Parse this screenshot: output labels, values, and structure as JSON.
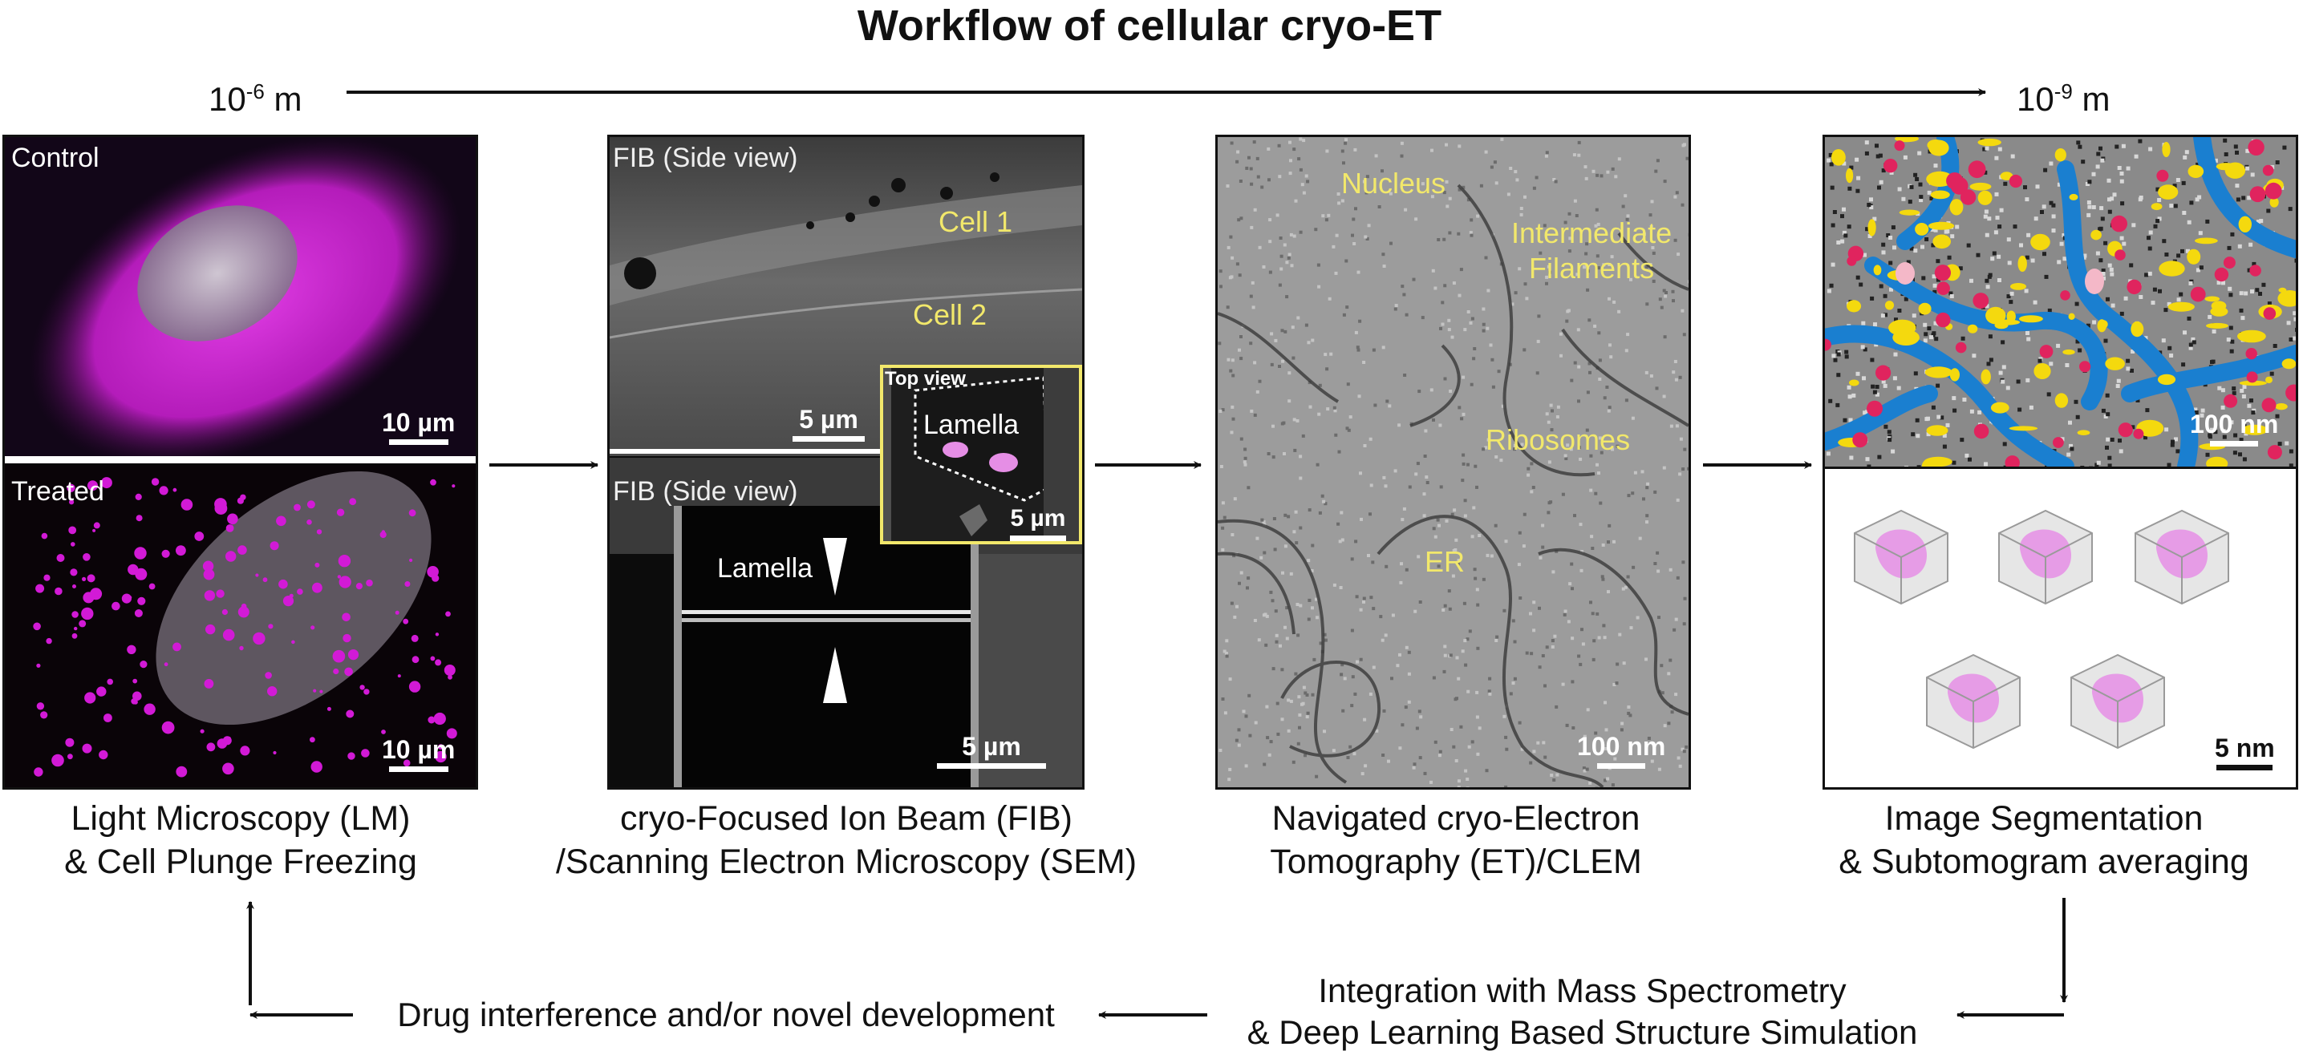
{
  "title": "Workflow of cellular cryo-ET",
  "scale_axis": {
    "start": {
      "base": "10",
      "exp": "-6",
      "unit": " m"
    },
    "end": {
      "base": "10",
      "exp": "-9",
      "unit": " m"
    }
  },
  "panels": {
    "lm": {
      "control_label": "Control",
      "treated_label": "Treated",
      "scalebar_top": "10 µm",
      "scalebar_bottom": "10 µm",
      "caption_line1": "Light Microscopy (LM)",
      "caption_line2": "& Cell Plunge Freezing"
    },
    "fib": {
      "top_label": "FIB (Side view)",
      "cell1": "Cell 1",
      "cell2": "Cell 2",
      "scalebar_top": "5 µm",
      "bottom_label": "FIB (Side view)",
      "lamella": "Lamella",
      "scalebar_bottom": "5 µm",
      "inset_title": "Top view",
      "inset_lamella": "Lamella",
      "inset_scalebar": "5 µm",
      "caption_line1": "cryo-Focused Ion Beam (FIB)",
      "caption_line2": "/Scanning Electron Microscopy (SEM)"
    },
    "et": {
      "nucleus": "Nucleus",
      "intermediate_line1": "Intermediate",
      "intermediate_line2": "Filaments",
      "ribosomes": "Ribosomes",
      "er": "ER",
      "scalebar": "100 nm",
      "caption_line1": "Navigated cryo-Electron",
      "caption_line2": "Tomography (ET)/CLEM"
    },
    "seg": {
      "scalebar_top": "100 nm",
      "scalebar_bottom": "5 nm",
      "caption_line1": "Image Segmentation",
      "caption_line2": "& Subtomogram averaging"
    }
  },
  "feedback": {
    "integration_line1": "Integration with Mass Spectrometry",
    "integration_line2": "& Deep Learning Based Structure Simulation",
    "drug": "Drug interference and/or novel development"
  },
  "colors": {
    "magenta": "#d21ad6",
    "label_yellow": "#f2e86b",
    "seg_blue": "#1a7fd0",
    "seg_yellow": "#f4d90e",
    "seg_red": "#e0245e",
    "cube_pink": "#e58ee5"
  }
}
